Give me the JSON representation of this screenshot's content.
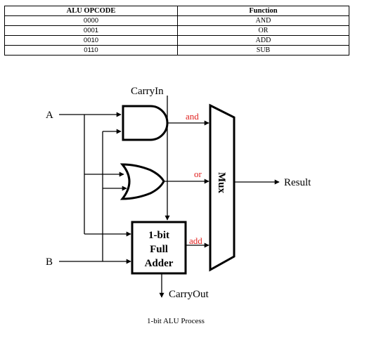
{
  "table": {
    "headers": [
      "ALU OPCODE",
      "Function"
    ],
    "rows": [
      {
        "opcode": "0000",
        "function": "AND"
      },
      {
        "opcode": "0001",
        "function": "OR"
      },
      {
        "opcode": "0010",
        "function": "ADD"
      },
      {
        "opcode": "0110",
        "function": "SUB"
      }
    ]
  },
  "diagram": {
    "inputs": {
      "a": "A",
      "b": "B"
    },
    "carry_in": "CarryIn",
    "carry_out": "CarryOut",
    "adder_lines": [
      "1-bit",
      "Full",
      "Adder"
    ],
    "wire_labels": {
      "and": "and",
      "or": "or",
      "add": "add"
    },
    "mux": "Mux",
    "output": "Result",
    "label_color": "#e0201e"
  },
  "caption": "1-bit ALU Process"
}
